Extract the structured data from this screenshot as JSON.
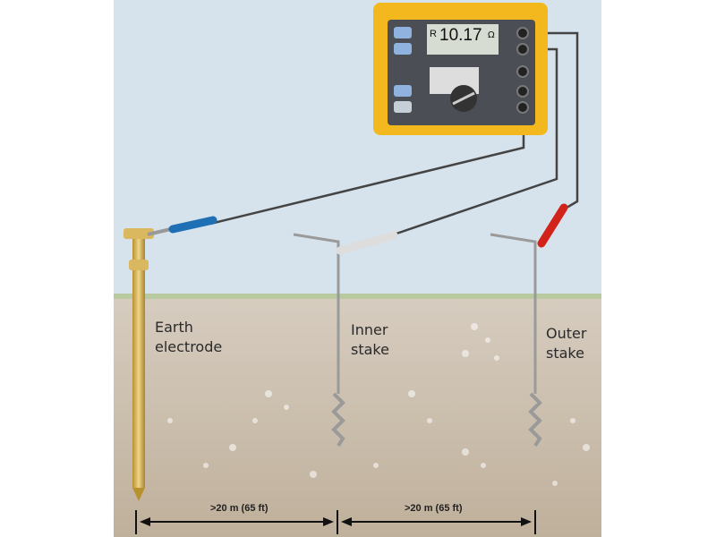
{
  "meter": {
    "reading_prefix": "R",
    "reading": "10.17",
    "unit": "Ω"
  },
  "labels": {
    "earth_electrode": "Earth\nelectrode",
    "inner_stake": "Inner\nstake",
    "outer_stake": "Outer\nstake"
  },
  "distances": [
    "&gt;20 m (65 ft)",
    ">20 m (65 ft)"
  ],
  "colors": {
    "sky": "#d6e3ec",
    "soil": "#c9bba8",
    "meter_body": "#f2b81d",
    "lead_blue": "#1f6fb5",
    "lead_red": "#d2231a"
  }
}
